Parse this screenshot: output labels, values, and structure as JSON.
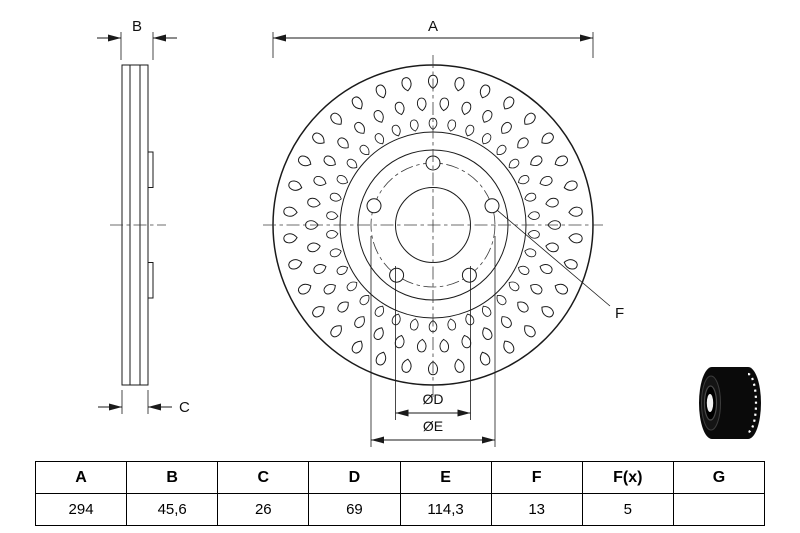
{
  "drawing": {
    "labels": {
      "a": "A",
      "b": "B",
      "c": "C",
      "d": "ØD",
      "e": "ØE",
      "f": "F"
    }
  },
  "table": {
    "headers": [
      "A",
      "B",
      "C",
      "D",
      "E",
      "F",
      "F(x)",
      "G"
    ],
    "values": [
      "294",
      "45,6",
      "26",
      "69",
      "114,3",
      "13",
      "5",
      ""
    ]
  },
  "colors": {
    "line": "#1a1a1a",
    "background": "#ffffff"
  }
}
